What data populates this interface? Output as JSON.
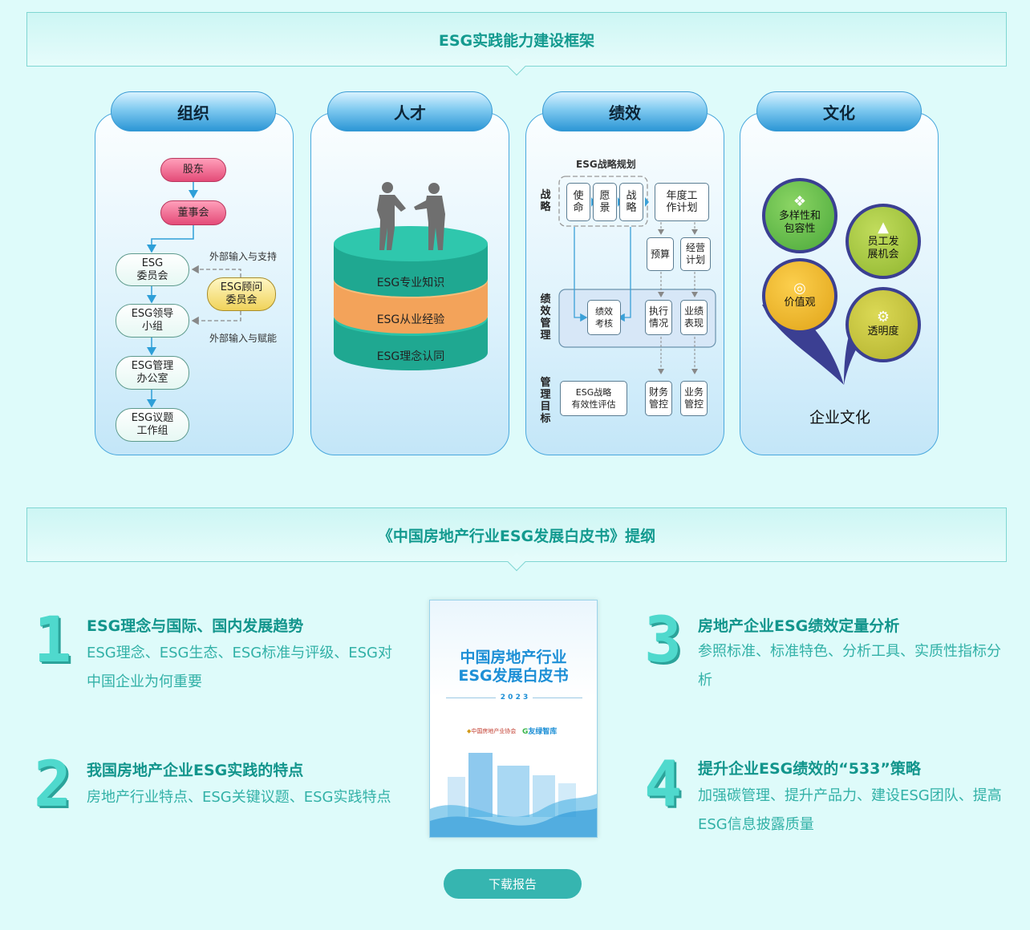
{
  "framework": {
    "title": "ESG实践能力建设框架",
    "columns": [
      "组织",
      "人才",
      "绩效",
      "文化"
    ]
  },
  "org": {
    "shareholders": "股东",
    "board": "董事会",
    "committee": [
      "ESG",
      "委员会"
    ],
    "advisory": [
      "ESG顾问",
      "委员会"
    ],
    "lead_group": [
      "ESG领导",
      "小组"
    ],
    "office": [
      "ESG管理",
      "办公室"
    ],
    "issue_group": [
      "ESG议题",
      "工作组"
    ],
    "note_support": "外部输入与支持",
    "note_empower": "外部输入与赋能"
  },
  "talent": {
    "layers": [
      "ESG专业知识",
      "ESG从业经验",
      "ESG理念认同"
    ]
  },
  "perf": {
    "plan_title": "ESG战略规划",
    "row_strategy": [
      "战",
      "略"
    ],
    "row_manage": [
      "绩",
      "效",
      "管",
      "理"
    ],
    "row_target": [
      "管",
      "理",
      "目",
      "标"
    ],
    "mission": [
      "使",
      "命"
    ],
    "vision": [
      "愿",
      "景"
    ],
    "strategy": [
      "战",
      "略"
    ],
    "annual": [
      "年度工",
      "作计划"
    ],
    "budget": "预算",
    "biz_plan": [
      "经营",
      "计划"
    ],
    "assess": [
      "绩效",
      "考核"
    ],
    "exec": [
      "执行",
      "情况"
    ],
    "result": [
      "业绩",
      "表现"
    ],
    "eval": [
      "ESG战略",
      "有效性评估"
    ],
    "fin": [
      "财务",
      "管控"
    ],
    "ops": [
      "业务",
      "管控"
    ]
  },
  "culture": {
    "items": [
      {
        "icon": "diversity-icon",
        "lines": [
          "多样性和",
          "包容性"
        ],
        "color": "#6abf49"
      },
      {
        "icon": "growth-icon",
        "lines": [
          "员工发",
          "展机会"
        ],
        "color": "#a3c83d"
      },
      {
        "icon": "value-icon",
        "lines": [
          "价值观"
        ],
        "color": "#f0b51e"
      },
      {
        "icon": "gear-icon",
        "lines": [
          "透明度"
        ],
        "color": "#c9c73a"
      }
    ],
    "caption": "企业文化"
  },
  "outline": {
    "title": "《中国房地产行业ESG发展白皮书》提纲",
    "items": [
      {
        "num": "1",
        "title": "ESG理念与国际、国内发展趋势",
        "desc": "ESG理念、ESG生态、ESG标准与评级、ESG对中国企业为何重要"
      },
      {
        "num": "2",
        "title": "我国房地产企业ESG实践的特点",
        "desc": "房地产行业特点、ESG关键议题、ESG实践特点"
      },
      {
        "num": "3",
        "title": "房地产企业ESG绩效定量分析",
        "desc": "参照标准、标准特色、分析工具、实质性指标分析"
      },
      {
        "num": "4",
        "title": "提升企业ESG绩效的“533”策略",
        "desc": "加强碳管理、提升产品力、建设ESG团队、提高ESG信息披露质量"
      }
    ]
  },
  "cover": {
    "title_line1": "中国房地产行业",
    "title_line2": "ESG发展白皮书",
    "year": "2 0 2 3",
    "org1": "中国房地产业协会",
    "org2": "友绿智库"
  },
  "download_label": "下载报告",
  "colors": {
    "accent": "#12958c",
    "banner_border": "#7fd6d2",
    "panel_border": "#4aa8dd",
    "button": "#36b5b0"
  }
}
